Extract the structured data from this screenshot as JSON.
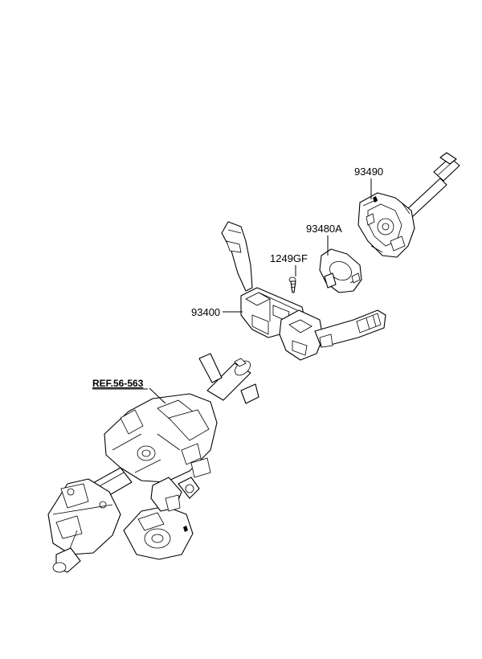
{
  "labels": {
    "part_93490": "93490",
    "part_93480A": "93480A",
    "part_1249GF": "1249GF",
    "part_93400": "93400",
    "ref_56_563": "REF.56-563"
  }
}
